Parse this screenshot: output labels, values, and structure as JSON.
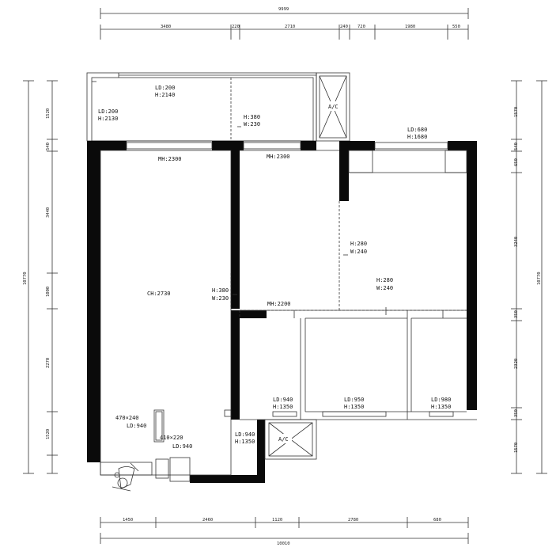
{
  "dimensions": {
    "top_overall": "9999",
    "top_segments": [
      "3480",
      "220",
      "2710",
      "240",
      "720",
      "1980",
      "550"
    ],
    "bottom_overall": "10010",
    "bottom_segments": [
      "1450",
      "2460",
      "1120",
      "2780",
      "680"
    ],
    "left_overall": "10770",
    "left_segments": [
      "1520",
      "540",
      "3440",
      "1000",
      "2270",
      "1520"
    ],
    "right_overall": "10770",
    "right_segments": [
      "1570",
      "540",
      "650",
      "3240",
      "350",
      "2320",
      "350",
      "1570"
    ]
  },
  "labels": {
    "ld_top_window": "LD:200",
    "h_top_window": "H:2140",
    "ld_left_balcony": "LD:200",
    "h_left_balcony": "H:2130",
    "opening_h_1": "H:380",
    "opening_w_1": "W:230",
    "mh_left": "MH:2300",
    "mh_mid": "MH:2300",
    "ld_right_window": "LD:680",
    "h_right_window": "H:1680",
    "opening_h_2": "H:280",
    "opening_w_2": "W:240",
    "ceiling_height": "CH:2730",
    "opening_h_3": "H:380",
    "opening_w_3": "W:230",
    "mh_corridor": "MH:2200",
    "opening_h_4": "H:280",
    "opening_w_4": "W:240",
    "ld_small_room": "LD:940",
    "h_small_room": "H:1350",
    "ld_room_mid": "LD:950",
    "h_room_mid": "H:1350",
    "ld_room_right": "LD:980",
    "h_room_right": "H:1350",
    "shaft_1": "470×240",
    "shaft_1_ld": "LD:940",
    "shaft_2": "410×220",
    "shaft_2_ld": "LD:940",
    "ld_bath": "LD:940",
    "h_bath": "H:1350",
    "ac_top": "A/C",
    "ac_bottom": "A/C"
  }
}
